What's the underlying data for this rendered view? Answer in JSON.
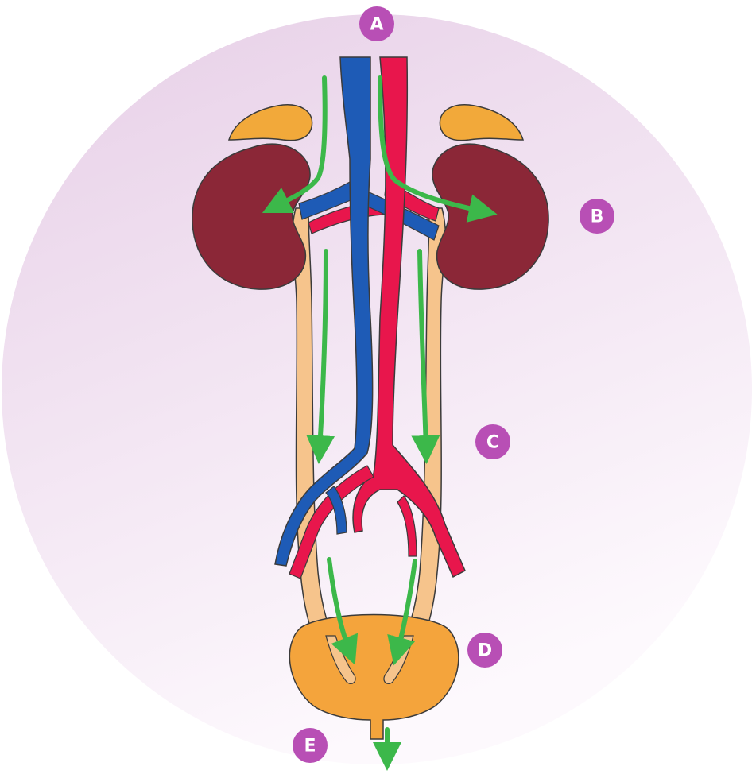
{
  "colors": {
    "background_circle_top": "#ead3ea",
    "background_circle_bottom": "#fbf5fb",
    "badge": "#b84fb5",
    "kidney": "#8b2737",
    "adrenal_gland": "#f2a93a",
    "vein": "#1e5bb6",
    "artery": "#e8164c",
    "ureter": "#f6c48c",
    "bladder": "#f4a43c",
    "flow_arrow": "#3cb84a",
    "outline": "#3b3b3b"
  },
  "labels": [
    {
      "id": "A",
      "text": "A"
    },
    {
      "id": "B",
      "text": "B"
    },
    {
      "id": "C",
      "text": "C"
    },
    {
      "id": "D",
      "text": "D"
    },
    {
      "id": "E",
      "text": "E"
    }
  ],
  "icons": {
    "flow_arrow": "arrow-icon"
  }
}
